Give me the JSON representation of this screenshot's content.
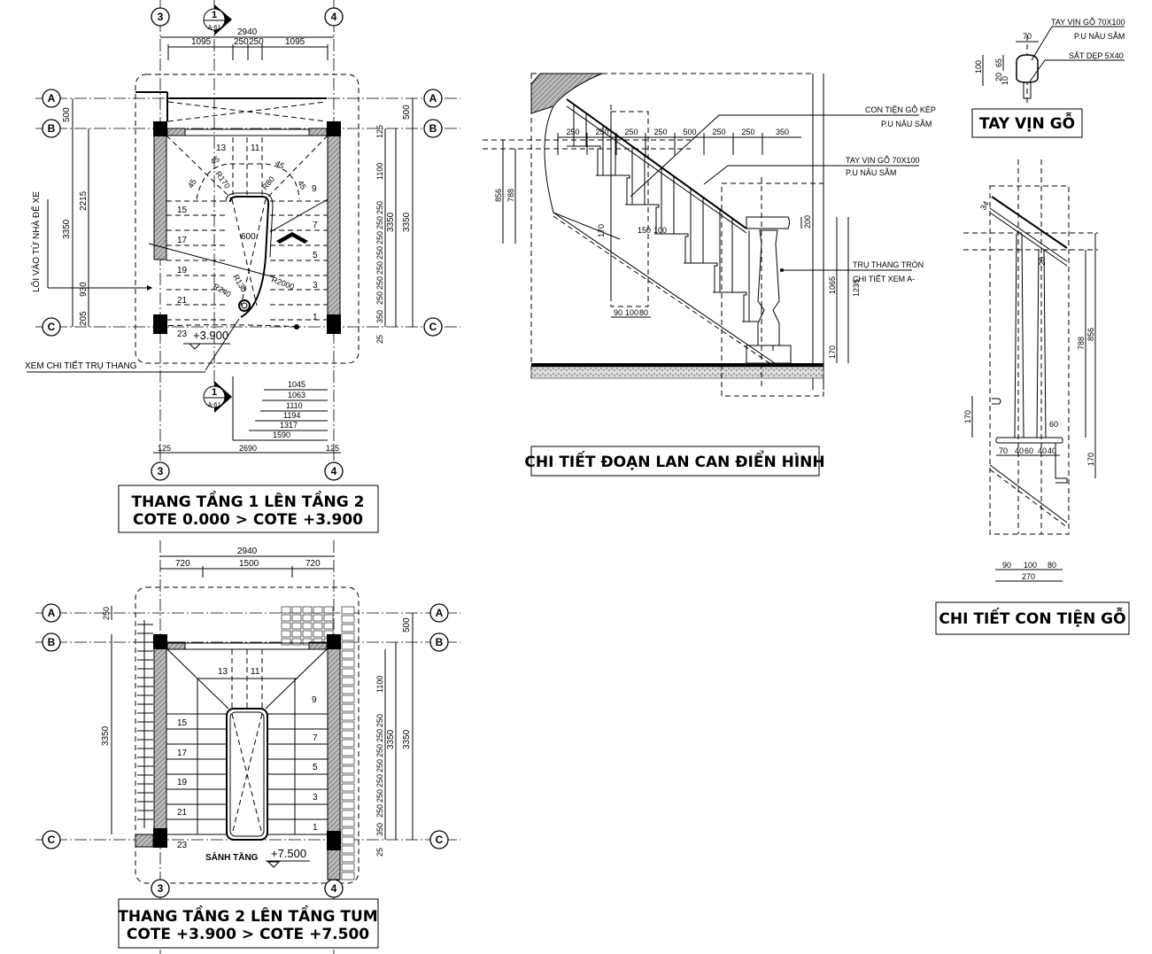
{
  "grid_labels": {
    "col3": "3",
    "col4": "4",
    "rowA": "A",
    "rowB": "B",
    "rowC": "C"
  },
  "section_marker": {
    "number": "1",
    "sheet": "A-61"
  },
  "plan1": {
    "title_line1": "THANG TẦNG 1 LÊN TẦNG 2",
    "title_line2": "COTE 0.000 > COTE +3.900",
    "top_dims": {
      "total": "2940",
      "d1": "1095",
      "d2": "250",
      "d3": "250",
      "d4": "1095"
    },
    "left_dims": {
      "ab": "500",
      "total": "3350",
      "upper": "2215",
      "mid": "930",
      "low": "205"
    },
    "right_dims": {
      "ab": "500",
      "d125": "125",
      "d1100": "1100",
      "d250": "250",
      "d350": "350",
      "d25": "25",
      "inner_total": "3350",
      "outer_total": "3350"
    },
    "steps": [
      "1",
      "3",
      "5",
      "7",
      "9",
      "11",
      "13",
      "15",
      "17",
      "19",
      "21",
      "23"
    ],
    "angles": [
      "45",
      "45",
      "45",
      "45"
    ],
    "radii": [
      "R170",
      "R80",
      "R2000",
      "R130",
      "R240"
    ],
    "landing_width": "600",
    "level": "+3.900",
    "entry_note": "LỐI VÀO TỪ NHÀ ĐỂ XE",
    "post_note": "XEM CHI TIẾT TRỤ THANG",
    "bottom_dims": [
      "1045",
      "1063",
      "1110",
      "1194",
      "1317",
      "1590"
    ],
    "bottom_total": {
      "left": "125",
      "mid": "2690",
      "right": "125"
    }
  },
  "plan2": {
    "title_line1": "THANG TẦNG 2 LÊN TẦNG TUM",
    "title_line2": "COTE +3.900 > COTE +7.500",
    "top_dims": {
      "total": "2940",
      "d1": "720",
      "d2": "1500",
      "d3": "720"
    },
    "left_dims": {
      "a": "250",
      "total": "3350"
    },
    "right_dims": {
      "ab": "500",
      "d1100": "1100",
      "d250": "250",
      "d350": "350",
      "d25": "25",
      "inner_total": "3350",
      "outer_total": "3350"
    },
    "steps": [
      "1",
      "3",
      "5",
      "7",
      "9",
      "11",
      "13",
      "15",
      "17",
      "19",
      "21",
      "23"
    ],
    "lobby_label": "SẢNH TẦNG",
    "level": "+7.500"
  },
  "railing_section": {
    "title": "CHI TIẾT ĐOẠN LAN CAN ĐIỂN HÌNH",
    "top_dims": [
      "250",
      "250",
      "250",
      "250",
      "500",
      "250",
      "250",
      "350"
    ],
    "left_dims": [
      "856",
      "788"
    ],
    "riser": "170",
    "mid_dims": [
      "150",
      "100"
    ],
    "baluster_dims": [
      "90",
      "100",
      "80"
    ],
    "right_dims": {
      "cap": "200",
      "post": "1065",
      "total": "1235",
      "base": "170"
    },
    "note1_line1": "CON TIỆN GỖ KÉP",
    "note1_line2": "P.U NÂU SẪM",
    "note2_line1": "TAY VỊN GỖ 70X100",
    "note2_line2": "P.U NÂU SẪM",
    "note3_line1": "TRỤ THANG TRÒN",
    "note3_line2": "CHI TIẾT XEM A-"
  },
  "handrail_detail": {
    "title": "TAY VỊN GỖ",
    "note1_line1": "TAY VỊN GỖ 70X100",
    "note1_line2": "P.U NÂU SẪM",
    "note2": "SẮT DẸP 5X40",
    "dims": {
      "width": "70",
      "height": "100",
      "h65": "65",
      "h20": "20",
      "h10": "10"
    }
  },
  "baluster_detail": {
    "title": "CHI TIẾT CON TIỆN GỖ",
    "angle": "34",
    "top_gap": "20",
    "heights": [
      "788",
      "856"
    ],
    "step_left": "170",
    "step_right": "170",
    "nosing": "60",
    "tread_dims": [
      "70",
      "40",
      "60",
      "40",
      "40"
    ],
    "bottom_dims": [
      "90",
      "100",
      "80"
    ],
    "bottom_total": "270"
  }
}
